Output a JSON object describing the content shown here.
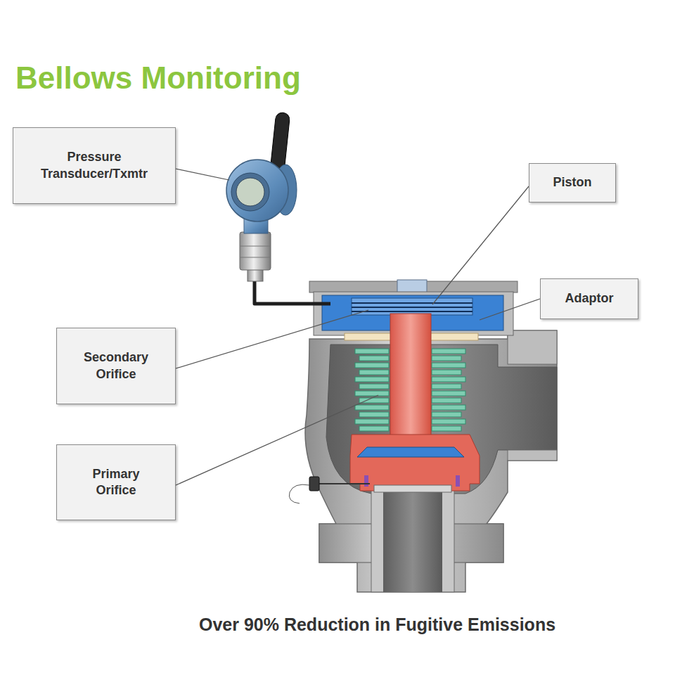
{
  "diagram": {
    "title": "Bellows Monitoring",
    "caption": "Over 90% Reduction in Fugitive Emissions",
    "nodes": [
      {
        "text": [
          "Pressure Transducer/Txmtr"
        ]
      },
      {
        "text": [
          "Piston"
        ]
      },
      {
        "text": [
          "Adaptor"
        ]
      },
      {
        "text": [
          "Secondary Orifice"
        ]
      },
      {
        "text": [
          "Primary Orifice"
        ]
      }
    ]
  }
}
